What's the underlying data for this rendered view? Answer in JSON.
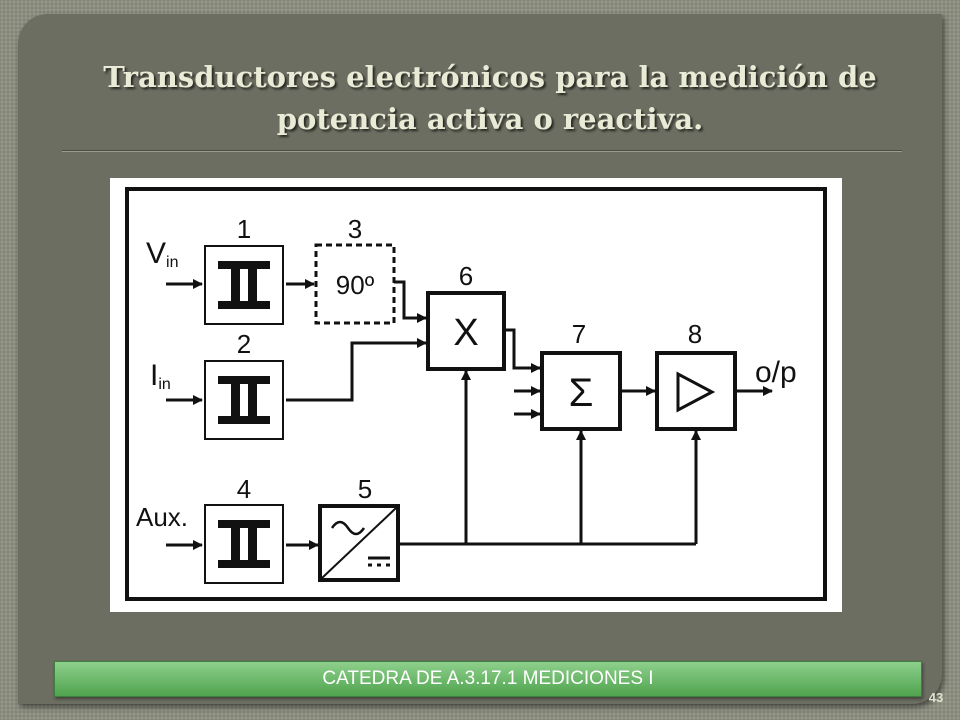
{
  "slide": {
    "title": "Transductores electrónicos para la medición de potencia activa o reactiva.",
    "footer": "CATEDRA DE A.3.17.1  MEDICIONES I",
    "page_number": "43"
  },
  "diagram": {
    "inputs": {
      "vin_main": "V",
      "vin_sub": "in",
      "iin_main": "I",
      "iin_sub": "in",
      "aux": "Aux."
    },
    "output": "o/p",
    "blocks": {
      "b1": "1",
      "b2": "2",
      "b3": "3",
      "b3_text": "90º",
      "b4": "4",
      "b5": "5",
      "b6": "6",
      "b6_text": "X",
      "b7": "7",
      "b7_text": "Σ",
      "b8": "8"
    }
  }
}
